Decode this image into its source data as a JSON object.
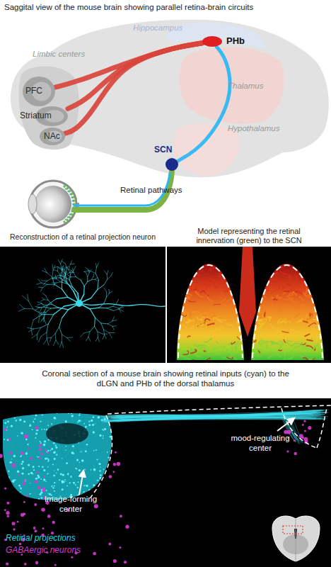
{
  "diagram": {
    "title": "Saggital view of the mouse brain showing parallel retina-brain circuits",
    "nodes": [
      {
        "text": [
          "PHb"
        ]
      },
      {
        "text": [
          "PFC"
        ]
      },
      {
        "text": [
          "Striatum"
        ]
      },
      {
        "text": [
          "NAc"
        ]
      },
      {
        "text": [
          "SCN"
        ]
      }
    ],
    "edges": [
      {
        "from": 0,
        "to": 1,
        "arrow": "none"
      },
      {
        "from": 0,
        "to": 2,
        "arrow": "none"
      },
      {
        "from": 0,
        "to": 3,
        "arrow": "none"
      },
      {
        "from": 4,
        "to": 0,
        "arrow": "none"
      }
    ],
    "labels": [
      "Hippocampus",
      "Limbic centers",
      "Thalamus",
      "Hypothalamus",
      "Retinal pathways",
      "Reconstruction of a retinal projection neuron",
      "Model representing the retinal innervation (green) to the SCN",
      "Coronal section of a mouse brain showing retinal inputs (cyan) to the dLGN and PHb of the dorsal thalamus",
      "Image-forming center",
      "mood-regulating center"
    ],
    "legend": [
      {
        "text": "Retinal projections",
        "color": "#22d6e8"
      },
      {
        "text": "GABAergic neurons",
        "color": "#d63bd3"
      }
    ]
  }
}
